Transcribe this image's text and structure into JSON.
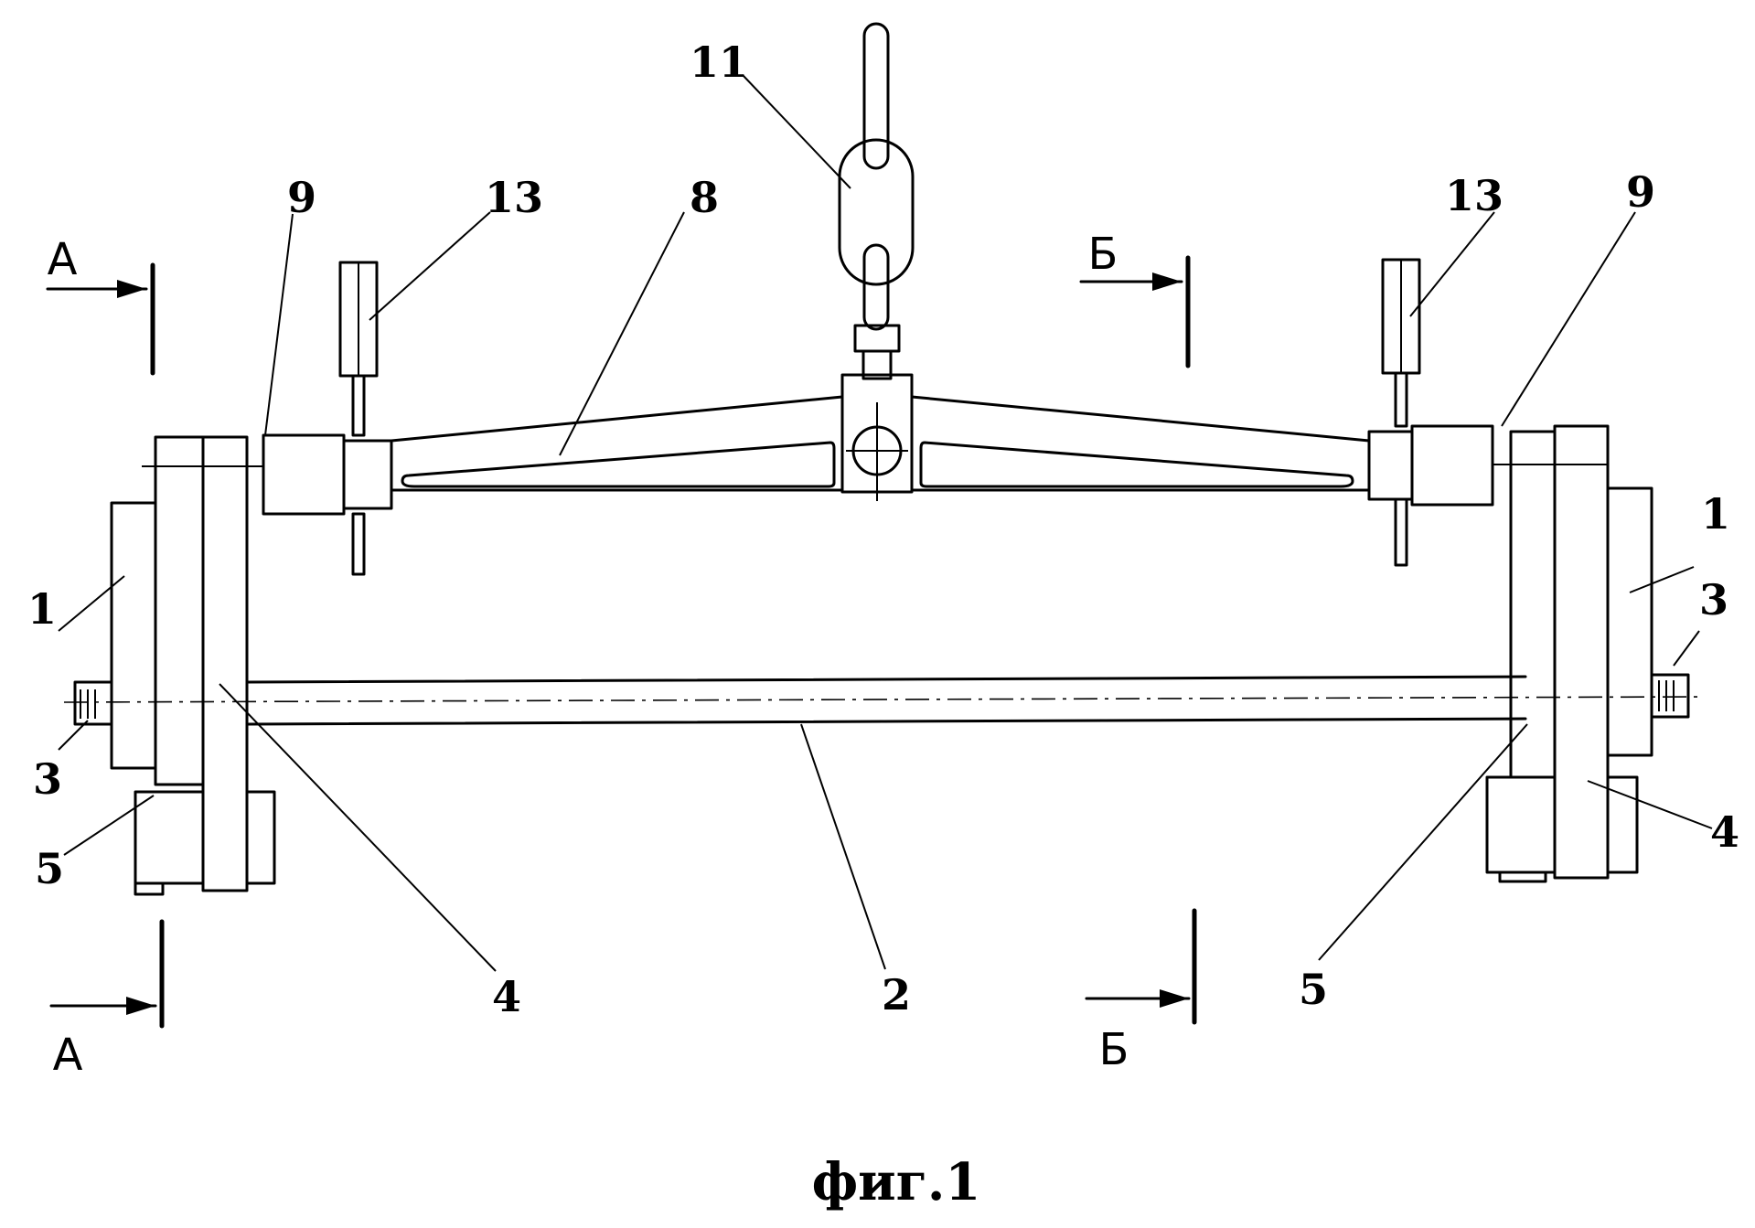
{
  "figure": {
    "caption": "фиг.1",
    "labels": {
      "part_1_left": "1",
      "part_1_right": "1",
      "part_2": "2",
      "part_3_left": "3",
      "part_3_right": "3",
      "part_4_left": "4",
      "part_4_right": "4",
      "part_5_left": "5",
      "part_5_right": "5",
      "part_8": "8",
      "part_9_left": "9",
      "part_9_right": "9",
      "part_11": "11",
      "part_13_left": "13",
      "part_13_right": "13"
    },
    "sections": {
      "a_top": "А",
      "a_bottom": "А",
      "b_top": "Б",
      "b_bottom": "Б"
    }
  }
}
